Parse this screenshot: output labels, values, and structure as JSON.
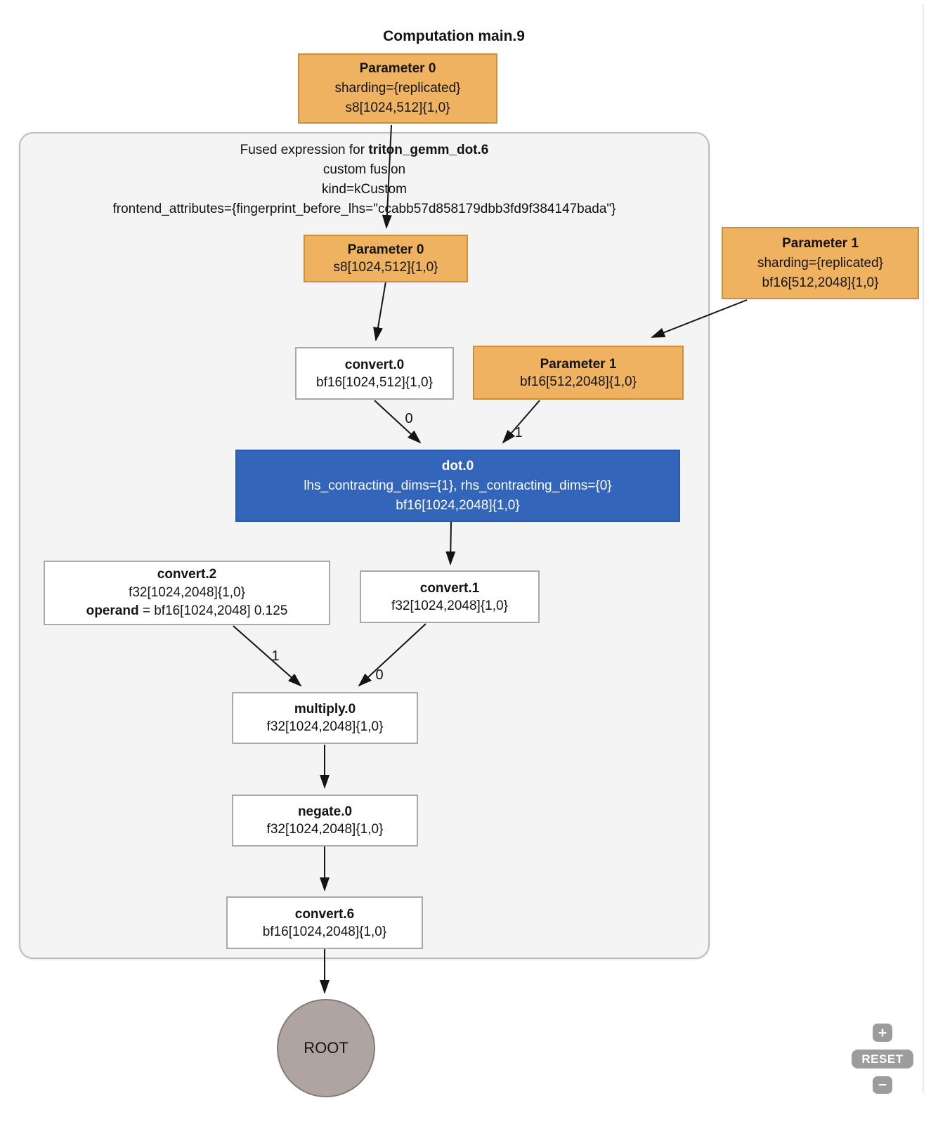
{
  "title": "Computation main.9",
  "cluster": {
    "header": {
      "line1_prefix": "Fused expression for ",
      "line1_name": "triton_gemm_dot.6",
      "line2": "custom fusion",
      "line3": "kind=kCustom",
      "line4": "frontend_attributes={fingerprint_before_lhs=\"ccabb57d858179dbb3fd9f384147bada\"}"
    }
  },
  "nodes": {
    "param0_outer": {
      "title": "Parameter 0",
      "line1": "sharding={replicated}",
      "line2": "s8[1024,512]{1,0}"
    },
    "param0_inner": {
      "title": "Parameter 0",
      "line1": "s8[1024,512]{1,0}"
    },
    "convert0": {
      "title": "convert.0",
      "line1": "bf16[1024,512]{1,0}"
    },
    "param1_outer": {
      "title": "Parameter 1",
      "line1": "sharding={replicated}",
      "line2": "bf16[512,2048]{1,0}"
    },
    "param1_inner": {
      "title": "Parameter 1",
      "line1": "bf16[512,2048]{1,0}"
    },
    "dot0": {
      "title": "dot.0",
      "line1": "lhs_contracting_dims={1}, rhs_contracting_dims={0}",
      "line2": "bf16[1024,2048]{1,0}"
    },
    "convert1": {
      "title": "convert.1",
      "line1": "f32[1024,2048]{1,0}"
    },
    "convert2": {
      "title": "convert.2",
      "line1": "f32[1024,2048]{1,0}",
      "operand_label": "operand",
      "operand_rest": " = bf16[1024,2048] 0.125"
    },
    "multiply0": {
      "title": "multiply.0",
      "line1": "f32[1024,2048]{1,0}"
    },
    "negate0": {
      "title": "negate.0",
      "line1": "f32[1024,2048]{1,0}"
    },
    "convert6": {
      "title": "convert.6",
      "line1": "bf16[1024,2048]{1,0}"
    },
    "root": {
      "label": "ROOT"
    }
  },
  "edge_labels": {
    "convert0_to_dot0": "0",
    "param1_to_dot0": "1",
    "convert2_to_multiply0": "1",
    "convert1_to_multiply0": "0"
  },
  "controls": {
    "zoom_in": "+",
    "reset": "RESET",
    "zoom_out": "−"
  },
  "colors": {
    "parameter_fill": "#EEB260",
    "parameter_border": "#C9913B",
    "dot_fill": "#3365BB",
    "dot_border": "#2D5AA8",
    "op_node_border": "#A9A9A9",
    "cluster_fill": "#F4F4F4",
    "cluster_border": "#BDBDBD",
    "root_fill": "#B0A4A2",
    "root_border": "#857B78",
    "edge_color": "#141414",
    "control_button": "#9C9C9E",
    "divider": "#E9E9E9"
  }
}
